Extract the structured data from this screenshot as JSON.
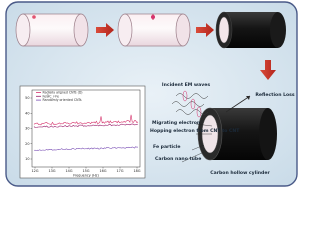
{
  "diagram": {
    "labels": {
      "incident": "Incident EM waves",
      "reflection": "Reflection Loss",
      "migrating": "Migrating electron",
      "hopping": "Hopping electron from CNT to CNT",
      "fe_particle": "Fe particle",
      "carbon_nano": "Carbon nano tube",
      "cylinder": "Carbon hollow cylinder"
    }
  },
  "chart_data": {
    "type": "line",
    "legend": [
      "Radially aligned CNTs (D)",
      "Fe@C_r-Fe",
      "Randomly oriented CNTs"
    ],
    "xlabel": "Frequency (Hz)",
    "xticks": [
      "12G",
      "13G",
      "14G",
      "15G",
      "16G",
      "17G",
      "18G"
    ],
    "yticks": [
      "50",
      "40",
      "30",
      "20",
      "10"
    ],
    "colors": [
      "#d6336c",
      "#9b1d6a",
      "#7a4fb5"
    ]
  }
}
